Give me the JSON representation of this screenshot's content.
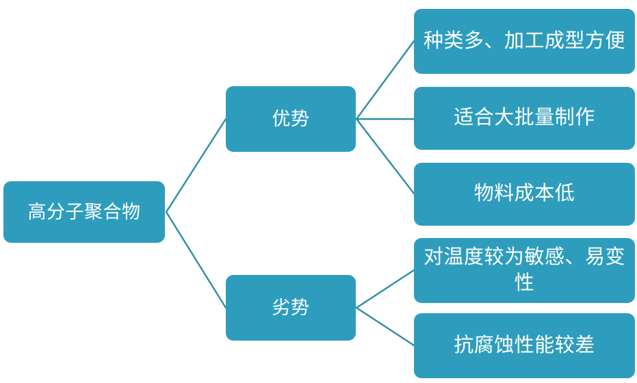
{
  "diagram": {
    "type": "mind-map",
    "title": "高分子聚合物",
    "colors": {
      "node_fill": "#2E9DBD",
      "node_text": "#FFFFFF",
      "connector": "#2E8CA8",
      "background": "#FFFFFF"
    },
    "root": {
      "label": "高分子聚合物"
    },
    "branches": [
      {
        "id": "advantages",
        "label": "优势",
        "leaves": [
          {
            "id": "leaf-0",
            "label": "种类多、加工成型方便"
          },
          {
            "id": "leaf-1",
            "label": "适合大批量制作"
          },
          {
            "id": "leaf-2",
            "label": "物料成本低"
          }
        ]
      },
      {
        "id": "disadvantages",
        "label": "劣势",
        "leaves": [
          {
            "id": "leaf-3",
            "label": "对温度较为敏感、易变\n性"
          },
          {
            "id": "leaf-4",
            "label": "抗腐蚀性能较差"
          }
        ]
      }
    ]
  }
}
